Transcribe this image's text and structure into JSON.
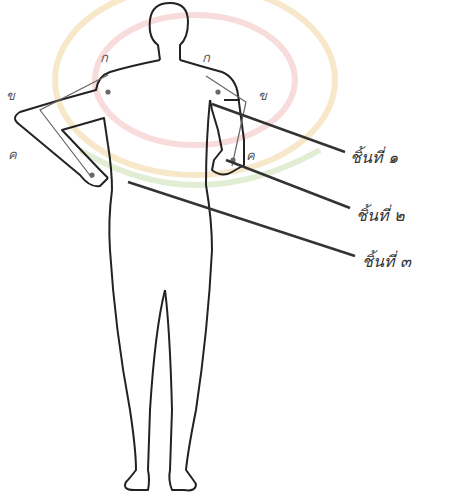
{
  "diagram": {
    "labels": [
      "ก",
      "ก",
      "ข",
      "ข",
      "ค",
      "ค",
      "ชิ้นที่ ๑",
      "ชิ้นที่ ๒",
      "ชิ้นที่ ๓"
    ]
  }
}
